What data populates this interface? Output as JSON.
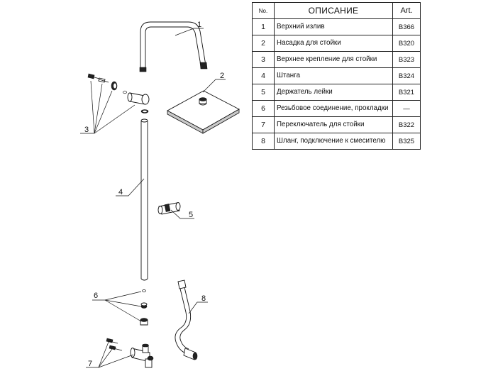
{
  "table": {
    "headers": {
      "no": "No.",
      "description": "ОПИСАНИЕ",
      "art": "Art."
    },
    "rows": [
      {
        "no": "1",
        "description": "Верхний излив",
        "art": "B366"
      },
      {
        "no": "2",
        "description": "Насадка для стойки",
        "art": "B320"
      },
      {
        "no": "3",
        "description": "Верхнее крепление для стойки",
        "art": "B323"
      },
      {
        "no": "4",
        "description": "Штанга",
        "art": "B324"
      },
      {
        "no": "5",
        "description": "Держатель лейки",
        "art": "B321"
      },
      {
        "no": "6",
        "description": "Резьбовое соединение, прокладки",
        "art": "—"
      },
      {
        "no": "7",
        "description": "Переключатель для стойки",
        "art": "B322"
      },
      {
        "no": "8",
        "description": "Шланг, подключение к смесителю",
        "art": "B325"
      }
    ]
  },
  "callouts": {
    "c1": "1",
    "c2": "2",
    "c3": "3",
    "c4": "4",
    "c5": "5",
    "c6": "6",
    "c7": "7",
    "c8": "8"
  }
}
